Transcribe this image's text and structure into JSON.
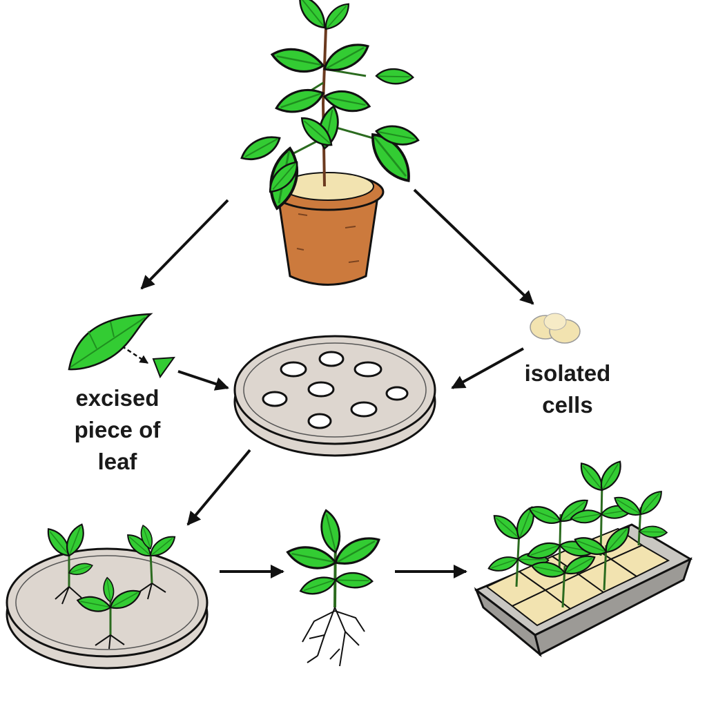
{
  "labels": {
    "excised_leaf": [
      "excised",
      "piece of",
      "leaf"
    ],
    "isolated_cells": [
      "isolated",
      "cells"
    ]
  },
  "colors": {
    "leaf_green": "#33cc33",
    "leaf_dark": "#1f8f1f",
    "pot_orange": "#cc7a3d",
    "soil": "#f2e3b0",
    "dish_fill": "#ddd6cf",
    "tray_grey": "#9c9a96",
    "outline": "#111111"
  },
  "stages": [
    "parent-plant-in-pot",
    "excised-leaf-piece",
    "isolated-cells",
    "petri-dish-with-callus",
    "petri-dish-with-plantlets",
    "rooted-plantlet",
    "seedling-tray"
  ]
}
